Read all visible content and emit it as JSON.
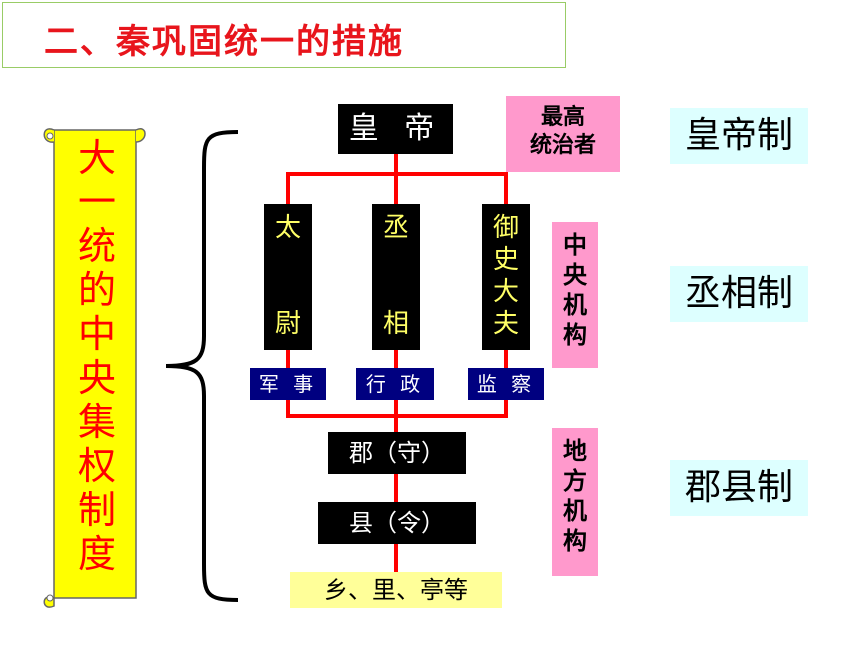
{
  "title": "二、秦巩固统一的措施",
  "scroll_label": [
    "大",
    "一",
    "统",
    "的",
    "中",
    "央",
    "集",
    "权",
    "制",
    "度"
  ],
  "emperor": "皇 帝",
  "supreme_ruler": [
    "最高",
    "统治者"
  ],
  "ministers": [
    {
      "chars": [
        "太",
        "",
        "",
        "尉"
      ],
      "role": "军 事"
    },
    {
      "chars": [
        "丞",
        "",
        "",
        "相"
      ],
      "role": "行 政"
    },
    {
      "chars": [
        "御",
        "史",
        "大",
        "夫"
      ],
      "role": "监 察"
    }
  ],
  "central_label": [
    "中",
    "央",
    "机",
    "构"
  ],
  "local_label": [
    "地",
    "方",
    "机",
    "构"
  ],
  "commandery": "郡（守）",
  "county": "县（令）",
  "village": "乡、里、亭等",
  "systems": [
    "皇帝制",
    "丞相制",
    "郡县制"
  ],
  "colors": {
    "title": "#e8151c",
    "scroll": "#ffff00",
    "line": "#ff0000",
    "pink": "#ff99cc",
    "cyan": "#ddffff",
    "navy": "#000080"
  }
}
